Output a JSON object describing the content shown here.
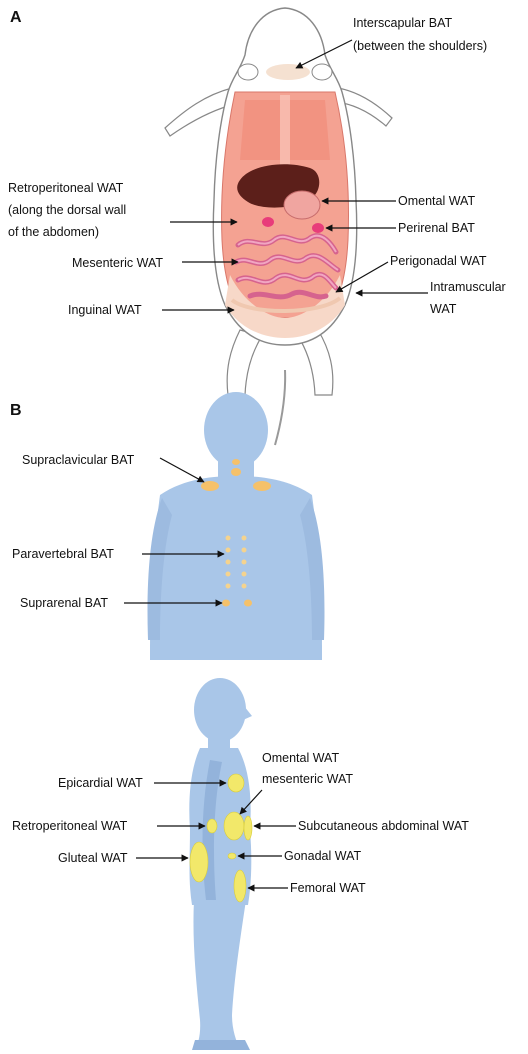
{
  "panel_a": {
    "letter": "A",
    "labels": {
      "interscapular_bat_line1": "Interscapular BAT",
      "interscapular_bat_line2": "(between the shoulders)",
      "retroperitoneal_wat_line1": "Retroperitoneal WAT",
      "retroperitoneal_wat_line2": "(along the dorsal wall",
      "retroperitoneal_wat_line3": "of the abdomen)",
      "omental_wat": "Omental WAT",
      "perirenal_bat": "Perirenal BAT",
      "mesenteric_wat": "Mesenteric WAT",
      "perigonadal_wat": "Perigonadal WAT",
      "intramuscular_wat_line1": "Intramuscular",
      "intramuscular_wat_line2": "WAT",
      "inguinal_wat": "Inguinal WAT"
    }
  },
  "panel_b": {
    "letter": "B",
    "back_view_labels": {
      "supraclavicular_bat": "Supraclavicular BAT",
      "paravertebral_bat": "Paravertebral BAT",
      "suprarenal_bat": "Suprarenal BAT"
    },
    "side_view_labels": {
      "epicardial_wat": "Epicardial WAT",
      "omental_wat": "Omental WAT",
      "mesenteric_wat": "mesenteric WAT",
      "retroperitoneal_wat": "Retroperitoneal WAT",
      "subcutaneous_abdominal_wat": "Subcutaneous abdominal WAT",
      "gluteal_wat": "Gluteal WAT",
      "gonadal_wat": "Gonadal WAT",
      "femoral_wat": "Femoral WAT"
    }
  },
  "colors": {
    "body_blue": "#a9c6e8",
    "fat_yellow": "#f2e86a",
    "fat_orange": "#f5c16a",
    "muscle_pink": "#f4a292",
    "liver_brown": "#5c1f1a",
    "intestine_pink": "#e77fa3"
  }
}
